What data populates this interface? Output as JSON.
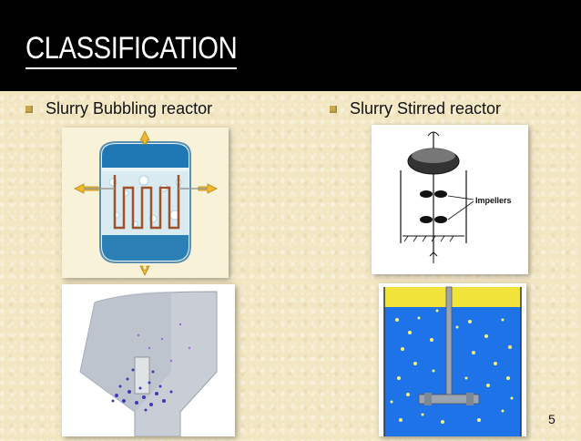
{
  "slide": {
    "title": "CLASSIFICATION",
    "page_number": "5"
  },
  "bullets": [
    {
      "label": "Slurry Bubbling reactor"
    },
    {
      "label": "Slurry Stirred reactor"
    }
  ],
  "figures": {
    "stirred_schematic_label": "Impellers"
  },
  "colors": {
    "title_bar": "#000000",
    "bullet_mark": "#c8a84b",
    "background": "#f3e7c3"
  }
}
